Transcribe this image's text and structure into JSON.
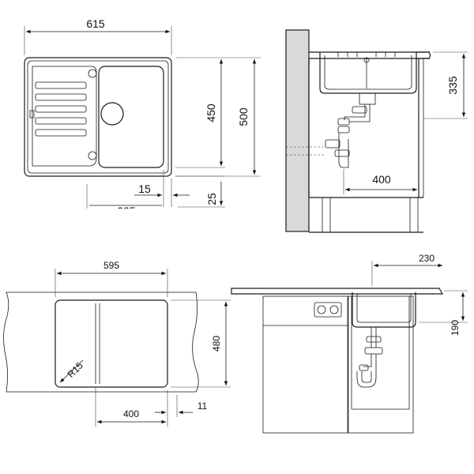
{
  "dimensions": {
    "top_view": {
      "width_overall": "615",
      "depth_overall": "500",
      "bowl_depth": "450",
      "edge_offset": "15",
      "bottom_offset": "25",
      "cut_label": "335"
    },
    "side_view": {
      "bowl_height": "335",
      "drain_offset": "400"
    },
    "cutout_view": {
      "cutout_width": "595",
      "cutout_depth": "480",
      "corner_radius": "R15",
      "base_cabinet": "400",
      "edge_gap": "11"
    },
    "front_view": {
      "projection": "230",
      "height": "190"
    }
  }
}
